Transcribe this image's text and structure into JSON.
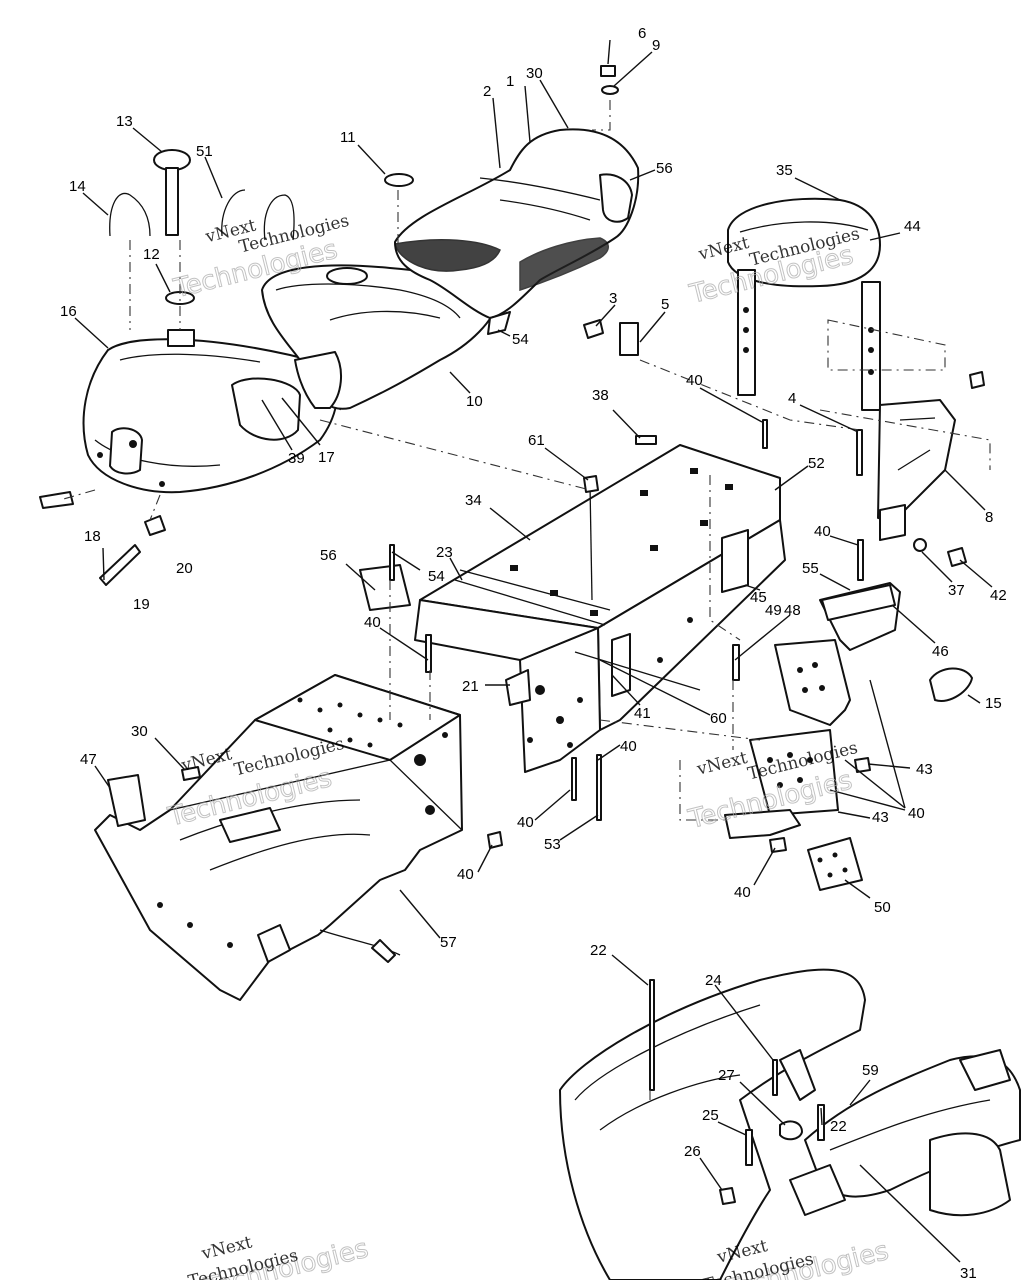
{
  "watermarks": [
    {
      "line1": "vNext",
      "line2": "Technologies",
      "big": "Technologies"
    }
  ],
  "callouts": [
    "1",
    "2",
    "3",
    "4",
    "5",
    "6",
    "8",
    "9",
    "10",
    "11",
    "12",
    "13",
    "14",
    "15",
    "16",
    "17",
    "18",
    "19",
    "20",
    "21",
    "22",
    "23",
    "24",
    "25",
    "26",
    "27",
    "30",
    "31",
    "34",
    "35",
    "37",
    "38",
    "39",
    "40",
    "41",
    "42",
    "43",
    "44",
    "45",
    "46",
    "47",
    "48",
    "49",
    "50",
    "51",
    "52",
    "53",
    "54",
    "55",
    "56",
    "57",
    "59",
    "60",
    "61"
  ]
}
